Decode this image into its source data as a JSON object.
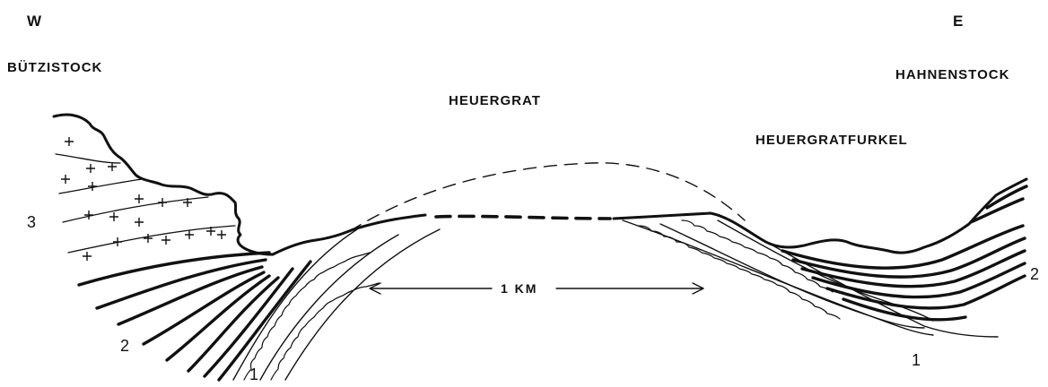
{
  "orientation": {
    "west": "W",
    "east": "E"
  },
  "places": {
    "west_peak": "BÜTZISTOCK",
    "east_peak": "HAHNENSTOCK",
    "center": "HEUERGRAT",
    "saddle": "HEUERGRATFURKEL"
  },
  "scale": {
    "label": "1 KM"
  },
  "units": {
    "west_upper": "3",
    "west_middle": "2",
    "west_lower": "1",
    "east_middle": "2",
    "east_lower": "1"
  },
  "colors": {
    "ink": "#111111",
    "paper": "#ffffff"
  }
}
